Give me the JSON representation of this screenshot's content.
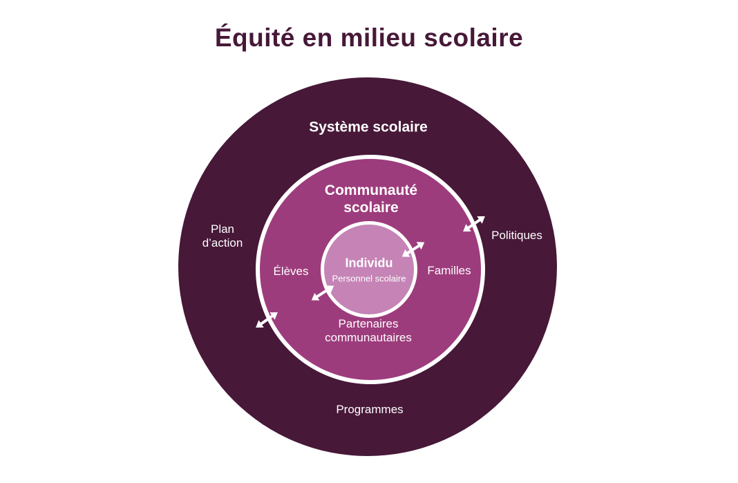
{
  "title": "Équité en milieu scolaire",
  "colors": {
    "title": "#471838",
    "outer": "#471838",
    "middle": "#9d3c7c",
    "inner": "#c583b6",
    "label_text": "#ffffff"
  },
  "diagram": {
    "outer_ring": {
      "label": "Système scolaire",
      "side_labels": {
        "left": "Plan d’action",
        "right": "Politiques",
        "bottom": "Programmes"
      }
    },
    "middle_ring": {
      "label": "Communauté scolaire",
      "side_labels": {
        "left": "Élèves",
        "right": "Familles",
        "bottom": "Partenaires communautaires"
      }
    },
    "inner_circle": {
      "label": "Individu",
      "sublabel": "Personnel scolaire"
    }
  },
  "icons": {
    "exchange_arrow": "double-headed-arrow"
  }
}
